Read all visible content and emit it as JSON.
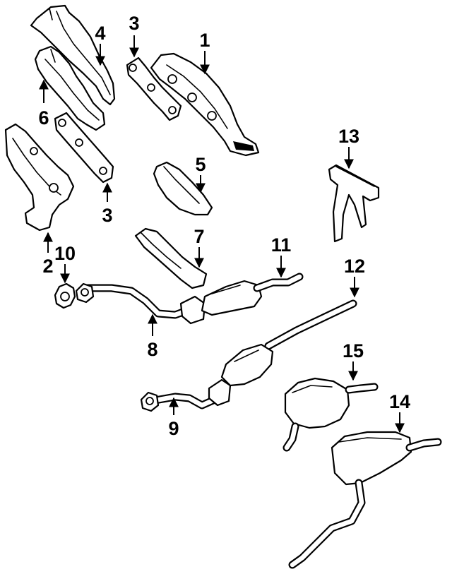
{
  "callouts": [
    {
      "id": "c1",
      "label": "1"
    },
    {
      "id": "c2",
      "label": "2"
    },
    {
      "id": "c3a",
      "label": "3"
    },
    {
      "id": "c3b",
      "label": "3"
    },
    {
      "id": "c4",
      "label": "4"
    },
    {
      "id": "c5",
      "label": "5"
    },
    {
      "id": "c6",
      "label": "6"
    },
    {
      "id": "c7",
      "label": "7"
    },
    {
      "id": "c8",
      "label": "8"
    },
    {
      "id": "c9",
      "label": "9"
    },
    {
      "id": "c10",
      "label": "10"
    },
    {
      "id": "c11",
      "label": "11"
    },
    {
      "id": "c12",
      "label": "12"
    },
    {
      "id": "c13",
      "label": "13"
    },
    {
      "id": "c14",
      "label": "14"
    },
    {
      "id": "c15",
      "label": "15"
    }
  ]
}
